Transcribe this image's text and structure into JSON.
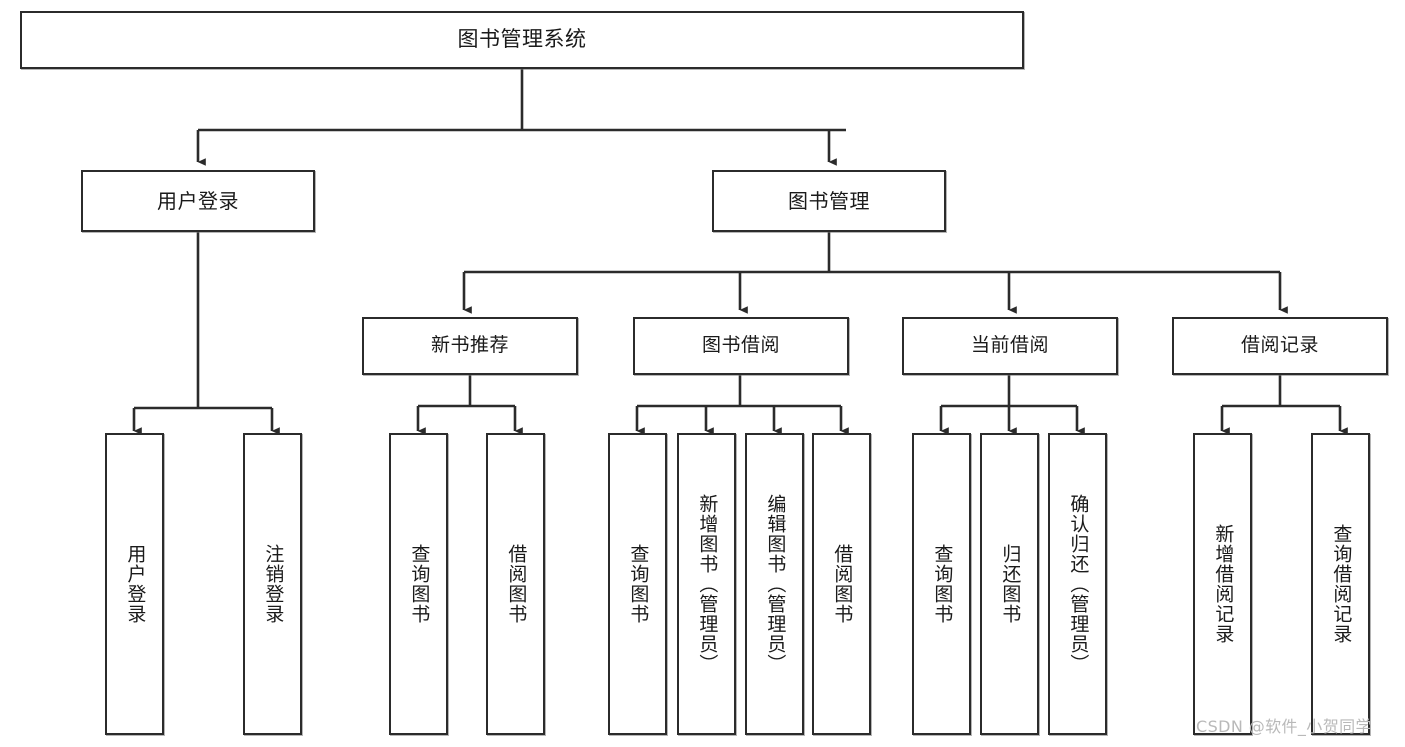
{
  "diagram": {
    "title": "图书管理系统",
    "type": "tree-hierarchy-diagram",
    "colors": {
      "box_border": "#2b2b2b",
      "box_fill": "#ffffff",
      "connector": "#2b2b2b",
      "text": "#1a1a1a",
      "watermark": "#b9b9b9",
      "background": "#ffffff"
    },
    "root": {
      "label": "图书管理系统"
    },
    "level2": [
      {
        "id": "user-login",
        "label": "用户登录"
      },
      {
        "id": "book-management",
        "label": "图书管理"
      }
    ],
    "level3": [
      {
        "id": "new-book-recommend",
        "label": "新书推荐"
      },
      {
        "id": "book-borrow",
        "label": "图书借阅"
      },
      {
        "id": "current-borrow",
        "label": "当前借阅"
      },
      {
        "id": "borrow-record",
        "label": "借阅记录"
      }
    ],
    "leaves": {
      "user_login": [
        {
          "id": "leaf-user-login",
          "label": "用户登录"
        },
        {
          "id": "leaf-logout-login",
          "label": "注销登录"
        }
      ],
      "new_book_recommend": [
        {
          "id": "leaf-query-book-1",
          "label": "查询图书"
        },
        {
          "id": "leaf-borrow-book-1",
          "label": "借阅图书"
        }
      ],
      "book_borrow": [
        {
          "id": "leaf-query-book-2",
          "label": "查询图书"
        },
        {
          "id": "leaf-add-book",
          "label": "新增图书（管理员）"
        },
        {
          "id": "leaf-edit-book",
          "label": "编辑图书（管理员）"
        },
        {
          "id": "leaf-borrow-book-2",
          "label": "借阅图书"
        }
      ],
      "current_borrow": [
        {
          "id": "leaf-query-book-3",
          "label": "查询图书"
        },
        {
          "id": "leaf-return-book",
          "label": "归还图书"
        },
        {
          "id": "leaf-confirm-return",
          "label": "确认归还（管理员）"
        }
      ],
      "borrow_record": [
        {
          "id": "leaf-add-record",
          "label": "新增借阅记录"
        },
        {
          "id": "leaf-query-record",
          "label": "查询借阅记录"
        }
      ]
    },
    "watermark": "CSDN @软件_小贺同学"
  }
}
